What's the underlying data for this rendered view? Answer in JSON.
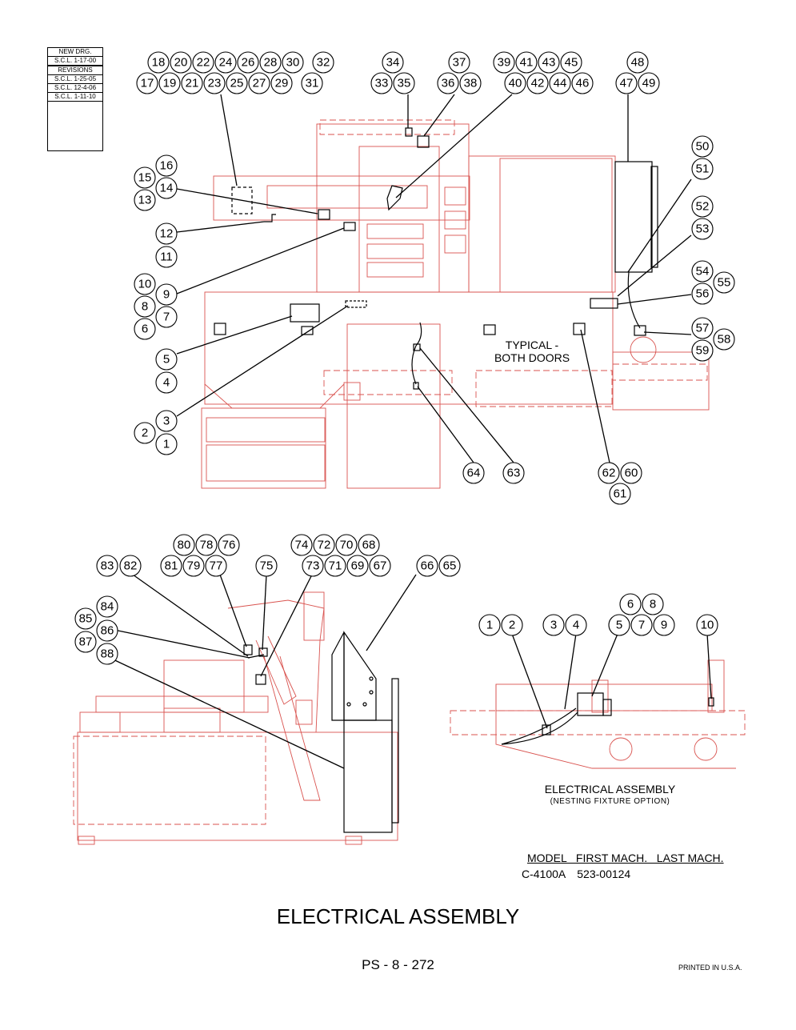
{
  "revision_block": {
    "new_drawing_label": "NEW DRG.",
    "new_drawing_date": "S.C.L. 1-17-00",
    "revisions_label": "REVISIONS",
    "revisions": [
      "S.C.L. 1-25-05",
      "S.C.L. 12-4-06",
      "S.C.L. 1-11-10"
    ]
  },
  "notes": {
    "typical_line1": "TYPICAL -",
    "typical_line2": "BOTH DOORS"
  },
  "nesting_view": {
    "title": "ELECTRICAL ASSEMBLY",
    "subtitle": "(NESTING FIXTURE OPTION)"
  },
  "model_table": {
    "header": "MODEL   FIRST MACH.   LAST MACH.",
    "model": "C-4100A",
    "first_machine": "523-00124",
    "last_machine": ""
  },
  "page": {
    "title": "ELECTRICAL ASSEMBLY",
    "code": "PS - 8 - 272",
    "printed": "PRINTED IN U.S.A."
  },
  "balloons": [
    "18",
    "20",
    "22",
    "24",
    "26",
    "28",
    "30",
    "32",
    "17",
    "19",
    "21",
    "23",
    "25",
    "27",
    "29",
    "31",
    "34",
    "33",
    "35",
    "37",
    "36",
    "38",
    "39",
    "41",
    "43",
    "45",
    "40",
    "42",
    "44",
    "46",
    "48",
    "47",
    "49",
    "16",
    "15",
    "14",
    "13",
    "12",
    "11",
    "10",
    "9",
    "8",
    "7",
    "6",
    "5",
    "4",
    "3",
    "2",
    "1",
    "50",
    "51",
    "52",
    "53",
    "54",
    "55",
    "56",
    "57",
    "58",
    "59",
    "64",
    "63",
    "62",
    "60",
    "61",
    "80",
    "78",
    "76",
    "81",
    "79",
    "77",
    "83",
    "82",
    "75",
    "74",
    "72",
    "70",
    "68",
    "73",
    "71",
    "69",
    "67",
    "66",
    "65",
    "84",
    "85",
    "86",
    "87",
    "88",
    "1",
    "2",
    "3",
    "4",
    "6",
    "8",
    "5",
    "7",
    "9",
    "10"
  ]
}
